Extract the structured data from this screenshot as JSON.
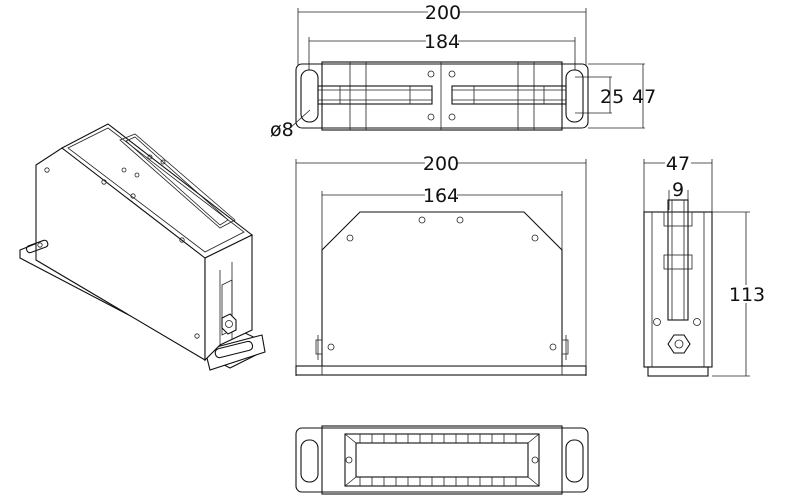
{
  "top_view": {
    "overall_width": "200",
    "slot_spacing": "184",
    "hole_dia": "ø8",
    "inner_height": "25",
    "outer_height": "47"
  },
  "front_view": {
    "overall_width": "200",
    "body_width": "164"
  },
  "side_view": {
    "overall_depth": "47",
    "slot_width": "9",
    "overall_height": "113"
  }
}
